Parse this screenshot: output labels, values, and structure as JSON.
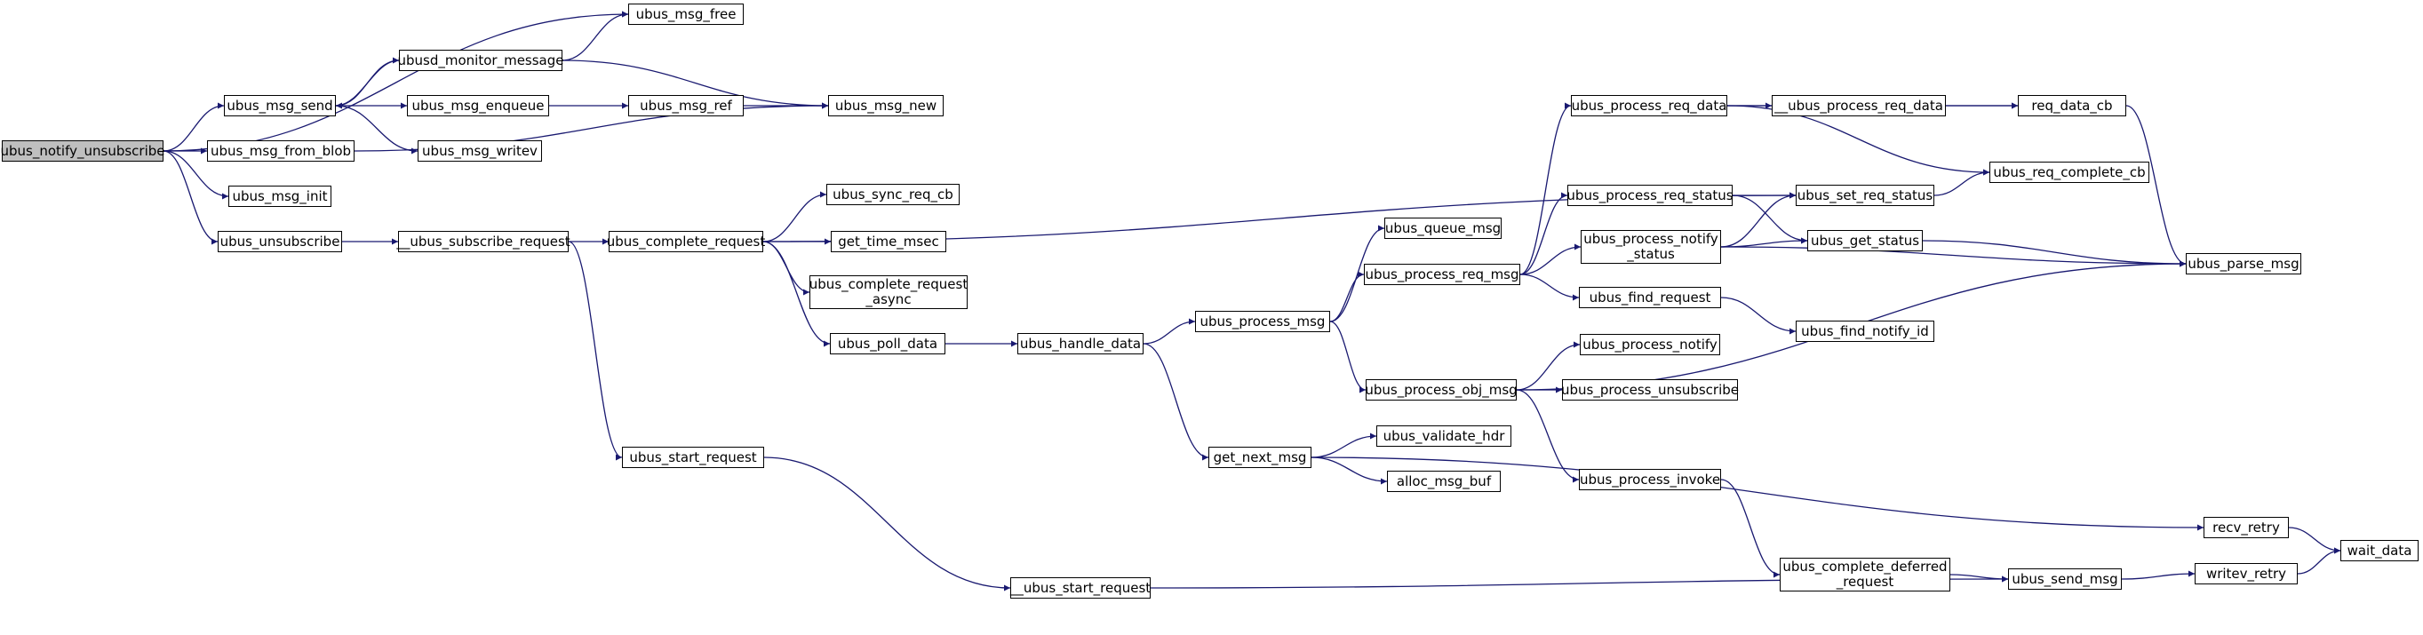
{
  "diagram": {
    "type": "call-graph",
    "root": "ubus_notify_unsubscribe",
    "colors": {
      "edge": "#191970",
      "node_border": "#000000",
      "node_fill": "#ffffff",
      "root_fill": "#bfbfbf"
    },
    "nodes": [
      {
        "id": "ubus_notify_unsubscribe",
        "label": "ubus_notify_unsubscribe"
      },
      {
        "id": "ubus_msg_free",
        "label": "ubus_msg_free"
      },
      {
        "id": "ubusd_monitor_message",
        "label": "ubusd_monitor_message"
      },
      {
        "id": "ubus_msg_send",
        "label": "ubus_msg_send"
      },
      {
        "id": "ubus_msg_new",
        "label": "ubus_msg_new"
      },
      {
        "id": "ubus_msg_enqueue",
        "label": "ubus_msg_enqueue"
      },
      {
        "id": "ubus_msg_ref",
        "label": "ubus_msg_ref"
      },
      {
        "id": "ubus_msg_writev",
        "label": "ubus_msg_writev"
      },
      {
        "id": "ubus_msg_from_blob",
        "label": "ubus_msg_from_blob"
      },
      {
        "id": "ubus_msg_init",
        "label": "ubus_msg_init"
      },
      {
        "id": "ubus_unsubscribe",
        "label": "ubus_unsubscribe"
      },
      {
        "id": "__ubus_subscribe_request",
        "label": "__ubus_subscribe_request"
      },
      {
        "id": "ubus_complete_request",
        "label": "ubus_complete_request"
      },
      {
        "id": "ubus_sync_req_cb",
        "label": "ubus_sync_req_cb"
      },
      {
        "id": "get_time_msec",
        "label": "get_time_msec"
      },
      {
        "id": "ubus_complete_request_async",
        "label": "ubus_complete_request\n_async"
      },
      {
        "id": "ubus_poll_data",
        "label": "ubus_poll_data"
      },
      {
        "id": "ubus_handle_data",
        "label": "ubus_handle_data"
      },
      {
        "id": "ubus_process_msg",
        "label": "ubus_process_msg"
      },
      {
        "id": "ubus_queue_msg",
        "label": "ubus_queue_msg"
      },
      {
        "id": "ubus_process_req_msg",
        "label": "ubus_process_req_msg"
      },
      {
        "id": "ubus_process_obj_msg",
        "label": "ubus_process_obj_msg"
      },
      {
        "id": "get_next_msg",
        "label": "get_next_msg"
      },
      {
        "id": "ubus_validate_hdr",
        "label": "ubus_validate_hdr"
      },
      {
        "id": "alloc_msg_buf",
        "label": "alloc_msg_buf"
      },
      {
        "id": "ubus_start_request",
        "label": "ubus_start_request"
      },
      {
        "id": "__ubus_start_request",
        "label": "__ubus_start_request"
      },
      {
        "id": "ubus_process_req_data",
        "label": "ubus_process_req_data"
      },
      {
        "id": "__ubus_process_req_data",
        "label": "__ubus_process_req_data"
      },
      {
        "id": "req_data_cb",
        "label": "req_data_cb"
      },
      {
        "id": "ubus_req_complete_cb",
        "label": "ubus_req_complete_cb"
      },
      {
        "id": "ubus_process_req_status",
        "label": "ubus_process_req_status"
      },
      {
        "id": "ubus_set_req_status",
        "label": "ubus_set_req_status"
      },
      {
        "id": "ubus_process_notify_status",
        "label": "ubus_process_notify\n_status"
      },
      {
        "id": "ubus_get_status",
        "label": "ubus_get_status"
      },
      {
        "id": "ubus_parse_msg",
        "label": "ubus_parse_msg"
      },
      {
        "id": "ubus_find_request",
        "label": "ubus_find_request"
      },
      {
        "id": "ubus_find_notify_id",
        "label": "ubus_find_notify_id"
      },
      {
        "id": "ubus_process_notify",
        "label": "ubus_process_notify"
      },
      {
        "id": "ubus_process_unsubscribe",
        "label": "ubus_process_unsubscribe"
      },
      {
        "id": "ubus_process_invoke",
        "label": "ubus_process_invoke"
      },
      {
        "id": "ubus_complete_deferred_request",
        "label": "ubus_complete_deferred\n_request"
      },
      {
        "id": "ubus_send_msg",
        "label": "ubus_send_msg"
      },
      {
        "id": "recv_retry",
        "label": "recv_retry"
      },
      {
        "id": "writev_retry",
        "label": "writev_retry"
      },
      {
        "id": "wait_data",
        "label": "wait_data"
      }
    ],
    "edges": [
      [
        "ubus_notify_unsubscribe",
        "ubus_msg_free"
      ],
      [
        "ubus_notify_unsubscribe",
        "ubus_msg_send"
      ],
      [
        "ubus_notify_unsubscribe",
        "ubus_msg_from_blob"
      ],
      [
        "ubus_notify_unsubscribe",
        "ubus_msg_init"
      ],
      [
        "ubus_notify_unsubscribe",
        "ubus_unsubscribe"
      ],
      [
        "ubus_msg_send",
        "ubusd_monitor_message"
      ],
      [
        "ubus_msg_send",
        "ubus_msg_enqueue"
      ],
      [
        "ubus_msg_send",
        "ubus_msg_writev"
      ],
      [
        "ubusd_monitor_message",
        "ubus_msg_free"
      ],
      [
        "ubusd_monitor_message",
        "ubus_msg_send"
      ],
      [
        "ubusd_monitor_message",
        "ubus_msg_new"
      ],
      [
        "ubus_msg_enqueue",
        "ubus_msg_ref"
      ],
      [
        "ubus_msg_ref",
        "ubus_msg_new"
      ],
      [
        "ubus_msg_from_blob",
        "ubus_msg_new"
      ],
      [
        "ubus_unsubscribe",
        "__ubus_subscribe_request"
      ],
      [
        "__ubus_subscribe_request",
        "ubus_complete_request"
      ],
      [
        "__ubus_subscribe_request",
        "ubus_start_request"
      ],
      [
        "ubus_complete_request",
        "ubus_set_req_status"
      ],
      [
        "ubus_complete_request",
        "ubus_sync_req_cb"
      ],
      [
        "ubus_complete_request",
        "get_time_msec"
      ],
      [
        "ubus_complete_request",
        "ubus_complete_request_async"
      ],
      [
        "ubus_complete_request",
        "ubus_poll_data"
      ],
      [
        "ubus_poll_data",
        "ubus_handle_data"
      ],
      [
        "ubus_handle_data",
        "ubus_process_msg"
      ],
      [
        "ubus_handle_data",
        "get_next_msg"
      ],
      [
        "ubus_process_msg",
        "ubus_queue_msg"
      ],
      [
        "ubus_process_msg",
        "ubus_process_req_msg"
      ],
      [
        "ubus_process_msg",
        "ubus_process_obj_msg"
      ],
      [
        "ubus_process_req_msg",
        "ubus_process_req_data"
      ],
      [
        "ubus_process_req_msg",
        "ubus_process_req_status"
      ],
      [
        "ubus_process_req_msg",
        "ubus_process_notify_status"
      ],
      [
        "ubus_process_req_msg",
        "ubus_find_request"
      ],
      [
        "ubus_process_req_data",
        "__ubus_process_req_data"
      ],
      [
        "ubus_process_req_data",
        "req_data_cb"
      ],
      [
        "ubus_process_req_data",
        "ubus_req_complete_cb"
      ],
      [
        "__ubus_process_req_data",
        "req_data_cb"
      ],
      [
        "req_data_cb",
        "ubus_parse_msg"
      ],
      [
        "ubus_process_req_status",
        "ubus_set_req_status"
      ],
      [
        "ubus_process_req_status",
        "ubus_get_status"
      ],
      [
        "ubus_process_notify_status",
        "ubus_set_req_status"
      ],
      [
        "ubus_process_notify_status",
        "ubus_get_status"
      ],
      [
        "ubus_process_notify_status",
        "ubus_parse_msg"
      ],
      [
        "ubus_set_req_status",
        "ubus_req_complete_cb"
      ],
      [
        "ubus_get_status",
        "ubus_parse_msg"
      ],
      [
        "ubus_find_request",
        "ubus_find_notify_id"
      ],
      [
        "ubus_process_obj_msg",
        "ubus_process_notify"
      ],
      [
        "ubus_process_obj_msg",
        "ubus_process_unsubscribe"
      ],
      [
        "ubus_process_obj_msg",
        "ubus_process_invoke"
      ],
      [
        "ubus_process_obj_msg",
        "ubus_parse_msg"
      ],
      [
        "ubus_process_invoke",
        "ubus_complete_deferred_request"
      ],
      [
        "ubus_complete_deferred_request",
        "ubus_send_msg"
      ],
      [
        "get_next_msg",
        "ubus_validate_hdr"
      ],
      [
        "get_next_msg",
        "alloc_msg_buf"
      ],
      [
        "get_next_msg",
        "recv_retry"
      ],
      [
        "ubus_start_request",
        "__ubus_start_request"
      ],
      [
        "__ubus_start_request",
        "ubus_send_msg"
      ],
      [
        "ubus_send_msg",
        "writev_retry"
      ],
      [
        "recv_retry",
        "wait_data"
      ],
      [
        "writev_retry",
        "wait_data"
      ]
    ]
  }
}
